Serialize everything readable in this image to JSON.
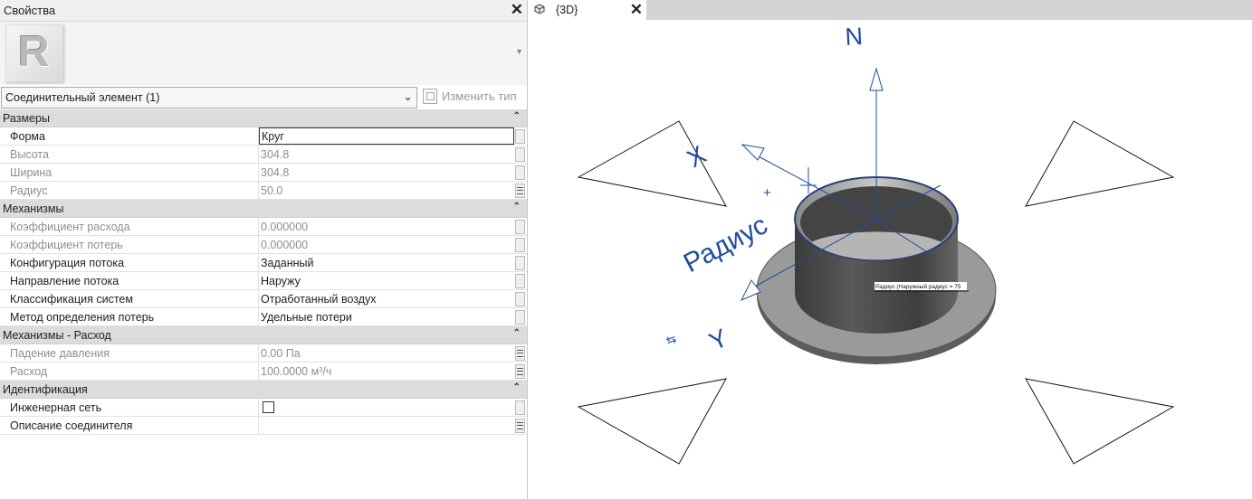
{
  "properties_panel": {
    "title": "Свойства",
    "logo_letter": "R",
    "type_selector": "Соединительный элемент (1)",
    "edit_type_label": "Изменить тип",
    "groups": [
      {
        "label": "Размеры",
        "rows": [
          {
            "name": "Форма",
            "value": "Круг",
            "editing": true
          },
          {
            "name": "Высота",
            "value": "304.8",
            "disabled": true
          },
          {
            "name": "Ширина",
            "value": "304.8",
            "disabled": true
          },
          {
            "name": "Радиус",
            "value": "50.0",
            "disabled": true,
            "param_button": true
          }
        ]
      },
      {
        "label": "Механизмы",
        "rows": [
          {
            "name": "Коэффициент расхода",
            "value": "0.000000",
            "disabled": true
          },
          {
            "name": "Коэффициент потерь",
            "value": "0.000000",
            "disabled": true
          },
          {
            "name": "Конфигурация потока",
            "value": "Заданный"
          },
          {
            "name": "Направление потока",
            "value": "Наружу"
          },
          {
            "name": "Классификация систем",
            "value": "Отработанный воздух"
          },
          {
            "name": "Метод определения потерь",
            "value": "Удельные потери"
          }
        ]
      },
      {
        "label": "Механизмы - Расход",
        "rows": [
          {
            "name": "Падение давления",
            "value": "0.00 Па",
            "disabled": true,
            "param_button": true
          },
          {
            "name": "Расход",
            "value": "100.0000 м³/ч",
            "disabled": true,
            "param_button": true
          }
        ]
      },
      {
        "label": "Идентификация",
        "rows": [
          {
            "name": "Инженерная сеть",
            "checkbox": true,
            "value": ""
          },
          {
            "name": "Описание соединителя",
            "value": "",
            "param_button": true
          }
        ]
      }
    ]
  },
  "view": {
    "tab_label": "{3D}",
    "axis_n": "N",
    "axis_x": "X",
    "axis_y": "Y",
    "radius_label": "Радиус",
    "dimension_text": "Радиус (Наружный радиус = 75",
    "plus_sign": "+",
    "flip_sign": "⇆",
    "colors": {
      "axis_blue": "#1f4e9c",
      "solid_dark": "#4a4a4a",
      "flange": "#9a9a9a"
    }
  }
}
